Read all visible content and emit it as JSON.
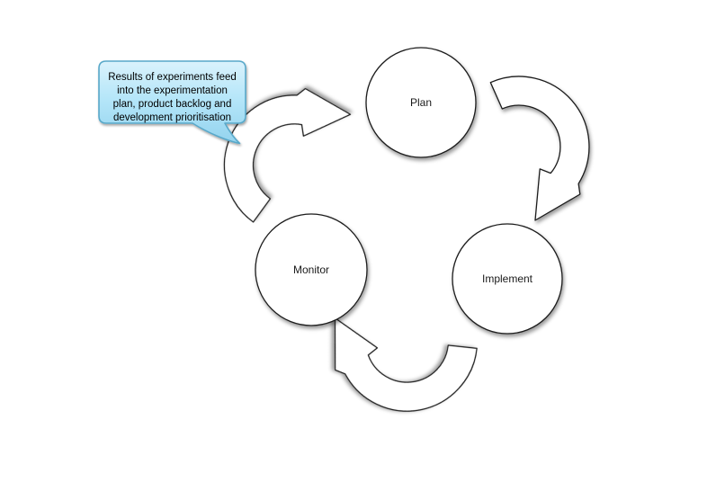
{
  "callout": {
    "lines": [
      "Results of experiments feed",
      "into the experimentation",
      "plan, product backlog and",
      "development prioritisation"
    ],
    "fill_top": "#daf2fc",
    "fill_mid": "#b5e6f9",
    "fill_bottom": "#93d3ee",
    "border_color": "#58a8c9",
    "text_color": "#000000"
  },
  "nodes": [
    {
      "id": "plan",
      "label": "Plan"
    },
    {
      "id": "monitor",
      "label": "Monitor"
    },
    {
      "id": "implement",
      "label": "Implement"
    }
  ],
  "arrows": [
    {
      "id": "plan-to-implement",
      "from": "Plan",
      "to": "Implement"
    },
    {
      "id": "implement-to-monitor",
      "from": "Implement",
      "to": "Monitor"
    },
    {
      "id": "monitor-to-plan",
      "from": "Monitor",
      "to": "Plan"
    }
  ],
  "colors": {
    "background": "#ffffff",
    "shape_fill": "#ffffff",
    "shape_stroke": "#1a1a1a"
  }
}
